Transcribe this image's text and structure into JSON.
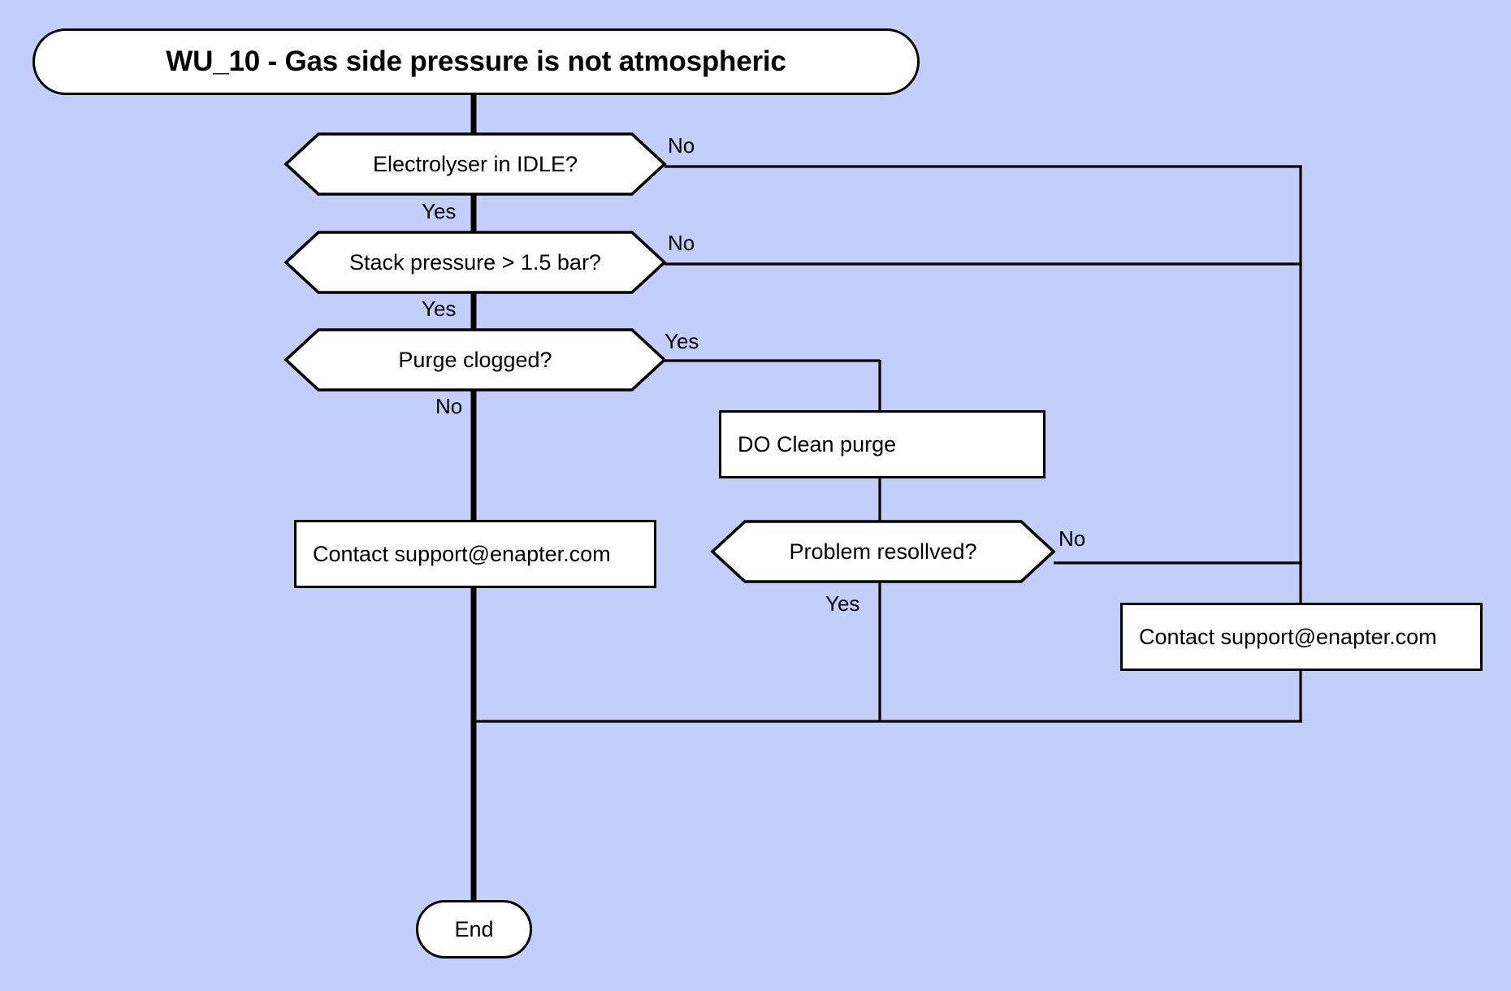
{
  "diagram": {
    "title": "WU_10 - Gas side pressure is not atmospheric",
    "background_color": "#c3cefb",
    "line_color": "#000000",
    "node_fill_color": "#ffffff",
    "type": "flowchart"
  },
  "nodes": {
    "start": {
      "id": "start",
      "shape": "terminal",
      "label": "WU_10 - Gas side pressure is not atmospheric"
    },
    "electrolyser_idle": {
      "id": "electrolyser_idle",
      "shape": "decision",
      "label": "Electrolyser in IDLE?"
    },
    "stack_pressure": {
      "id": "stack_pressure",
      "shape": "decision",
      "label": "Stack pressure > 1.5 bar?"
    },
    "purge_clogged": {
      "id": "purge_clogged",
      "shape": "decision",
      "label": "Purge clogged?"
    },
    "do_clean_purge": {
      "id": "do_clean_purge",
      "shape": "process",
      "label": "DO Clean purge"
    },
    "contact_support_left": {
      "id": "contact_support_left",
      "shape": "process",
      "label": "Contact support@enapter.com"
    },
    "problem_resolved": {
      "id": "problem_resolved",
      "shape": "decision",
      "label": "Problem resollved?"
    },
    "contact_support_right": {
      "id": "contact_support_right",
      "shape": "process",
      "label": "Contact support@enapter.com"
    },
    "end": {
      "id": "end",
      "shape": "terminal",
      "label": "End"
    }
  },
  "edge_labels": {
    "idle_no": "No",
    "idle_yes": "Yes",
    "stack_no": "No",
    "stack_yes": "Yes",
    "purge_yes": "Yes",
    "purge_no": "No",
    "resolved_no": "No",
    "resolved_yes": "Yes"
  },
  "edges": [
    {
      "from": "start",
      "to": "electrolyser_idle",
      "label": ""
    },
    {
      "from": "electrolyser_idle",
      "to": "contact_support_right",
      "label": "No"
    },
    {
      "from": "electrolyser_idle",
      "to": "stack_pressure",
      "label": "Yes"
    },
    {
      "from": "stack_pressure",
      "to": "contact_support_right",
      "label": "No"
    },
    {
      "from": "stack_pressure",
      "to": "purge_clogged",
      "label": "Yes"
    },
    {
      "from": "purge_clogged",
      "to": "do_clean_purge",
      "label": "Yes"
    },
    {
      "from": "purge_clogged",
      "to": "contact_support_left",
      "label": "No"
    },
    {
      "from": "do_clean_purge",
      "to": "problem_resolved",
      "label": ""
    },
    {
      "from": "problem_resolved",
      "to": "contact_support_right",
      "label": "No"
    },
    {
      "from": "problem_resolved",
      "to": "end",
      "label": "Yes"
    },
    {
      "from": "contact_support_left",
      "to": "end",
      "label": ""
    },
    {
      "from": "contact_support_right",
      "to": "end",
      "label": ""
    }
  ]
}
